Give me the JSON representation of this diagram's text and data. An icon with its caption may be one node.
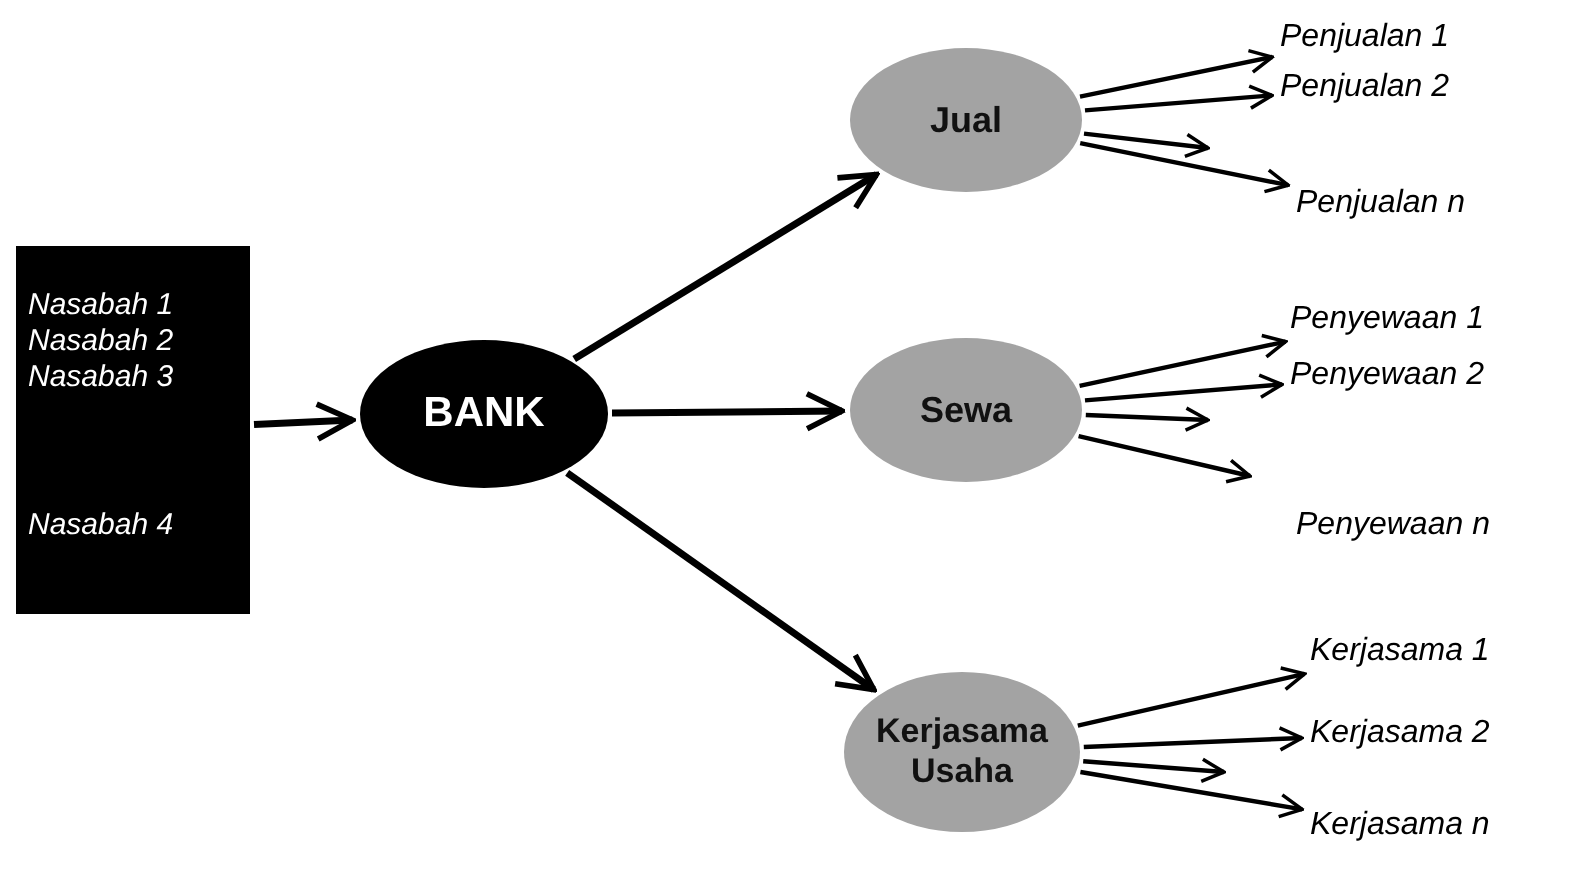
{
  "diagram": {
    "nodes": [
      {
        "text": [
          "Nasabah 1",
          "Nasabah 2",
          "Nasabah 3",
          "Nasabah 4"
        ]
      },
      {
        "text": [
          "BANK"
        ]
      },
      {
        "text": [
          "Jual"
        ]
      },
      {
        "text": [
          "Penjualan 1"
        ]
      },
      {
        "text": [
          "Penjualan 2"
        ]
      },
      {
        "text": [
          "Penjualan n"
        ]
      },
      {
        "text": [
          "Sewa"
        ]
      },
      {
        "text": [
          "Penyewaan 1"
        ]
      },
      {
        "text": [
          "Penyewaan 2"
        ]
      },
      {
        "text": [
          "Kerjasama Usaha"
        ]
      },
      {
        "text": [
          "Kerjasama 1"
        ]
      },
      {
        "text": [
          "Kerjasama 2"
        ]
      },
      {
        "text": [
          "Kerjasama n"
        ]
      }
    ],
    "edges": [
      {
        "from": 0,
        "to": 1,
        "arrow": "to"
      },
      {
        "from": 1,
        "to": 2,
        "arrow": "to"
      },
      {
        "from": 1,
        "to": 6,
        "arrow": "to"
      },
      {
        "from": 1,
        "to": 9,
        "arrow": "to"
      },
      {
        "from": 2,
        "to": 3,
        "arrow": "to"
      },
      {
        "from": 2,
        "to": 4,
        "arrow": "to"
      },
      {
        "from": 2,
        "to": null,
        "arrow": "to"
      },
      {
        "from": 2,
        "to": 5,
        "arrow": "to"
      },
      {
        "from": 6,
        "to": 7,
        "arrow": "to"
      },
      {
        "from": 6,
        "to": 8,
        "arrow": "to"
      },
      {
        "from": 6,
        "to": null,
        "arrow": "to"
      },
      {
        "from": 6,
        "to": null,
        "arrow": "to"
      },
      {
        "from": 9,
        "to": 10,
        "arrow": "to"
      },
      {
        "from": 9,
        "to": 11,
        "arrow": "to"
      },
      {
        "from": 9,
        "to": null,
        "arrow": "to"
      },
      {
        "from": 9,
        "to": 12,
        "arrow": "to"
      }
    ],
    "labels": [
      "Penyewaan n"
    ]
  }
}
